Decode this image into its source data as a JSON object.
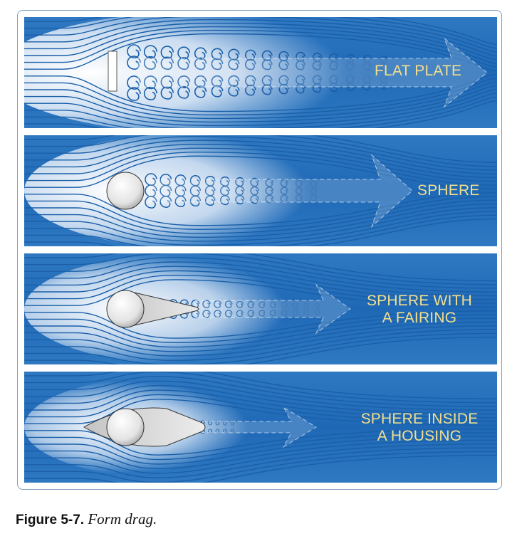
{
  "panels": [
    {
      "label": [
        "FLAT PLATE"
      ],
      "body": "flat-plate"
    },
    {
      "label": [
        "SPHERE"
      ],
      "body": "sphere"
    },
    {
      "label": [
        "SPHERE WITH",
        "A FAIRING"
      ],
      "body": "sphere-fairing"
    },
    {
      "label": [
        "SPHERE INSIDE",
        "A HOUSING"
      ],
      "body": "sphere-housing"
    }
  ],
  "caption": {
    "figure": "Figure 5-7.",
    "text": "Form drag."
  },
  "colors": {
    "flow_blue": "#1e68b6",
    "streamline": "#1a5fa8",
    "label": "#f2df8e",
    "body_fill": "#e6e6e6"
  }
}
